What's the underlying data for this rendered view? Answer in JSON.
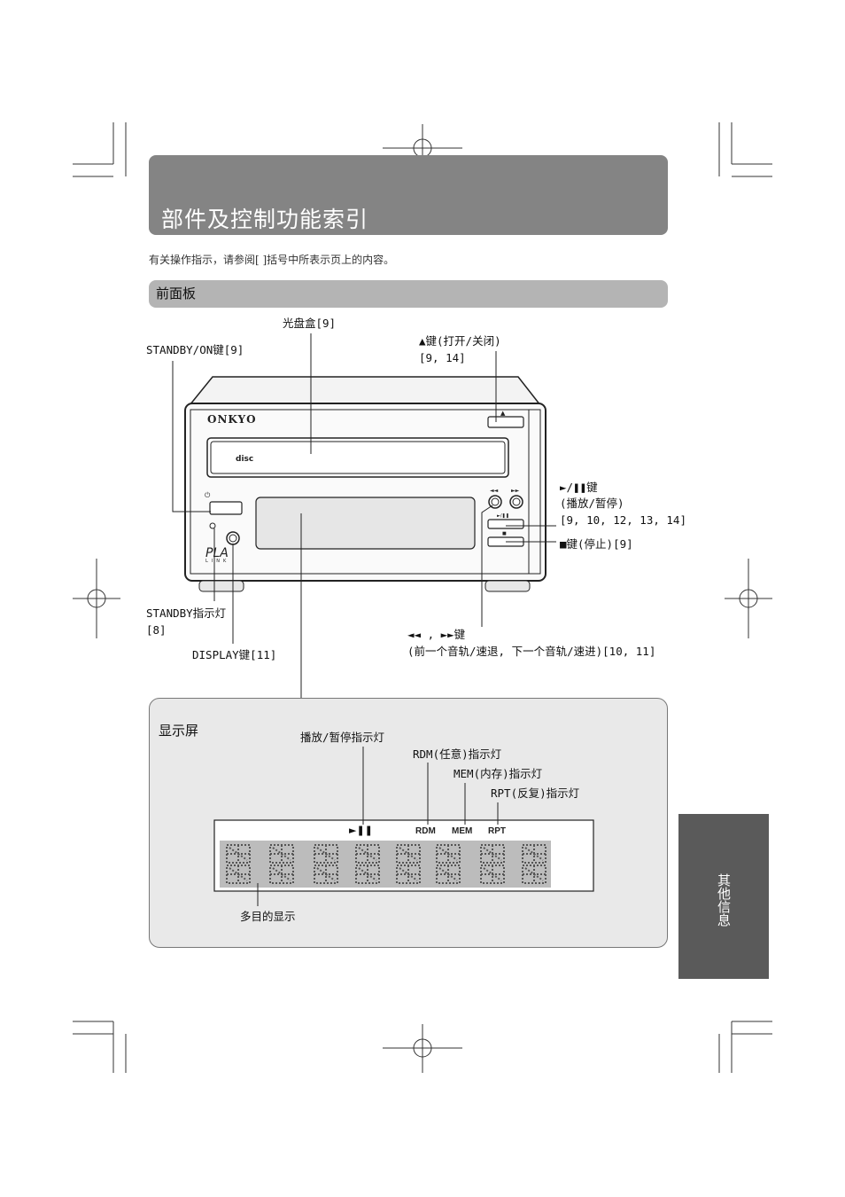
{
  "header": {
    "title": "部件及控制功能索引",
    "intro": "有关操作指示，请参阅[  ]括号中所表示页上的内容。"
  },
  "front_panel": {
    "section_title": "前面板",
    "brand": "ONKYO",
    "labels": {
      "disc_tray": "光盘盒[9]",
      "standby_on": "STANDBY/ON键[9]",
      "eject_line1": "▲键(打开/关闭)",
      "eject_line2": "[9, 14]",
      "play_pause_line1": "►/❚❚键",
      "play_pause_line2": "(播放/暂停)",
      "play_pause_line3": "[9, 10, 12, 13, 14]",
      "stop": "■键(停止)[9]",
      "standby_indicator_line1": "STANDBY指示灯",
      "standby_indicator_line2": "[8]",
      "display_key": "DISPLAY键[11]",
      "skip_line1": "◄◄ ,  ►►键",
      "skip_line2": "(前一个音轨/速退, 下一个音轨/速进)[10, 11]"
    }
  },
  "display": {
    "section_title": "显示屏",
    "labels": {
      "play_pause_indicator": "播放/暂停指示灯",
      "rdm": "RDM(任意)指示灯",
      "mem": "MEM(内存)指示灯",
      "rpt": "RPT(反复)指示灯",
      "multi_display": "多目的显示"
    },
    "indicators": {
      "play_pause": "►❚❚",
      "rdm": "RDM",
      "mem": "MEM",
      "rpt": "RPT"
    }
  },
  "side_tab": {
    "text": "其他信息"
  }
}
